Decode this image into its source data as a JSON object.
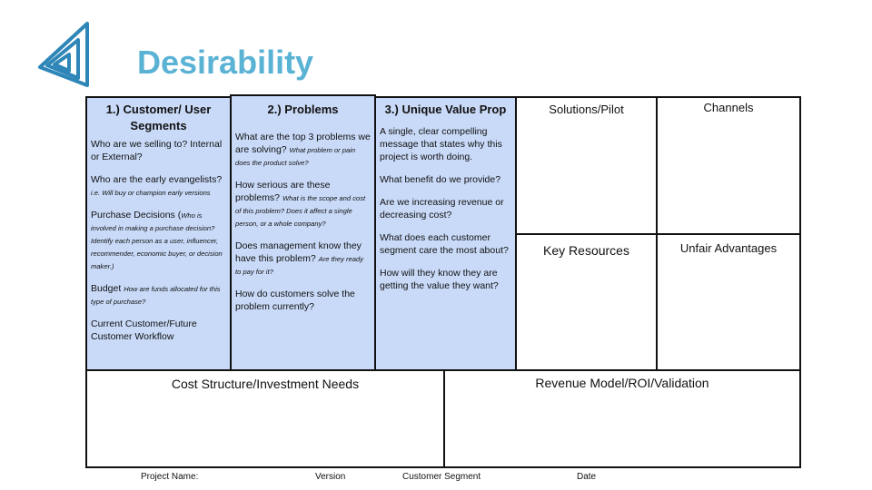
{
  "title": "Desirability",
  "logo_color": "#2e86b8",
  "accent_color": "#c9daf8",
  "boxes": {
    "segments": {
      "header": "1.) Customer/ User Segments",
      "q1": "Who are we selling to? Internal or External?",
      "q2": "Who are the early evangelists?",
      "q2_hint": "i.e. Will buy or champion early versions",
      "q3": "Purchase Decisions (",
      "q3_hint": "Who is involved in making a purchase decision? Identify each person as a user, influencer, recommender, economic buyer, or decision maker.)",
      "q4": "Budget",
      "q4_hint": "How are funds allocated for this type of purchase?",
      "q5": "Current Customer/Future Customer Workflow"
    },
    "problems": {
      "header": "2.) Problems",
      "q1": "What are the top 3 problems we are solving?",
      "q1_hint": "What problem or pain does the product solve?",
      "q2": "How serious are these problems?",
      "q2_hint": "What is the scope and cost of this problem? Does it affect a single person, or a whole company?",
      "q3": "Does management know they have this problem?",
      "q3_hint": "Are they ready to pay for it?",
      "q4": "How do customers solve the problem currently?"
    },
    "uvp": {
      "header": "3.) Unique Value Prop",
      "q1": "A single, clear compelling message that states why this project is worth doing.",
      "q2": "What benefit do we provide?",
      "q3": "Are we increasing revenue or decreasing cost?",
      "q4": "What does each customer segment care the most about?",
      "q5": "How will they know they are getting the value they want?"
    },
    "solutions": "Solutions/Pilot",
    "channels": "Channels",
    "key_resources": "Key Resources",
    "unfair_advantages": "Unfair Advantages",
    "cost": "Cost Structure/Investment Needs",
    "revenue": "Revenue Model/ROI/Validation"
  },
  "footer": {
    "project_name": "Project Name:",
    "version": "Version",
    "customer_segment": "Customer Segment",
    "date": "Date"
  }
}
